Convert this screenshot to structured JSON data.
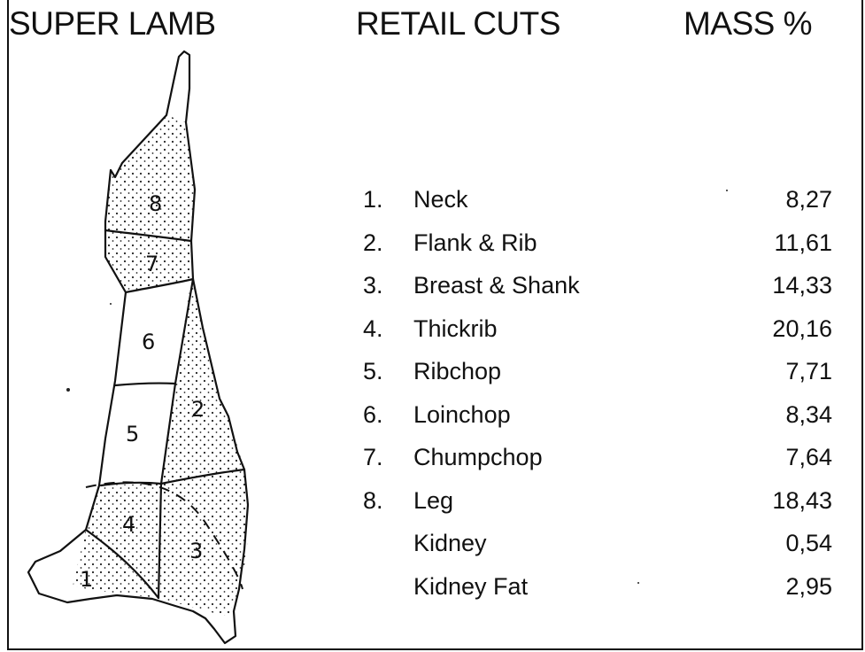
{
  "header": {
    "title": "SUPER LAMB",
    "cuts_heading": "RETAIL CUTS",
    "mass_heading": "MASS %"
  },
  "diagram": {
    "region_labels": [
      "8",
      "7",
      "6",
      "5",
      "2",
      "4",
      "3",
      "1"
    ]
  },
  "cuts": [
    {
      "num": "1.",
      "name": "Neck",
      "mass": "8,27"
    },
    {
      "num": "2.",
      "name": "Flank & Rib",
      "mass": "11,61"
    },
    {
      "num": "3.",
      "name": "Breast & Shank",
      "mass": "14,33"
    },
    {
      "num": "4.",
      "name": "Thickrib",
      "mass": "20,16"
    },
    {
      "num": "5.",
      "name": "Ribchop",
      "mass": "7,71"
    },
    {
      "num": "6.",
      "name": "Loinchop",
      "mass": "8,34"
    },
    {
      "num": "7.",
      "name": "Chumpchop",
      "mass": "7,64"
    },
    {
      "num": "8.",
      "name": "Leg",
      "mass": "18,43"
    },
    {
      "num": "",
      "name": "Kidney",
      "mass": "0,54"
    },
    {
      "num": "",
      "name": "Kidney Fat",
      "mass": "2,95"
    }
  ]
}
